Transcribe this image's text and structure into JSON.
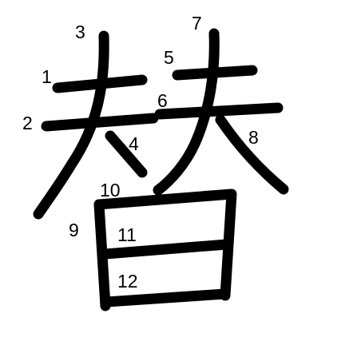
{
  "diagram": {
    "colors": {
      "background": "#ffffff",
      "stroke": "#000000"
    },
    "stroke_numbers": [
      "1",
      "2",
      "3",
      "4",
      "5",
      "6",
      "7",
      "8",
      "9",
      "10",
      "11",
      "12"
    ]
  }
}
